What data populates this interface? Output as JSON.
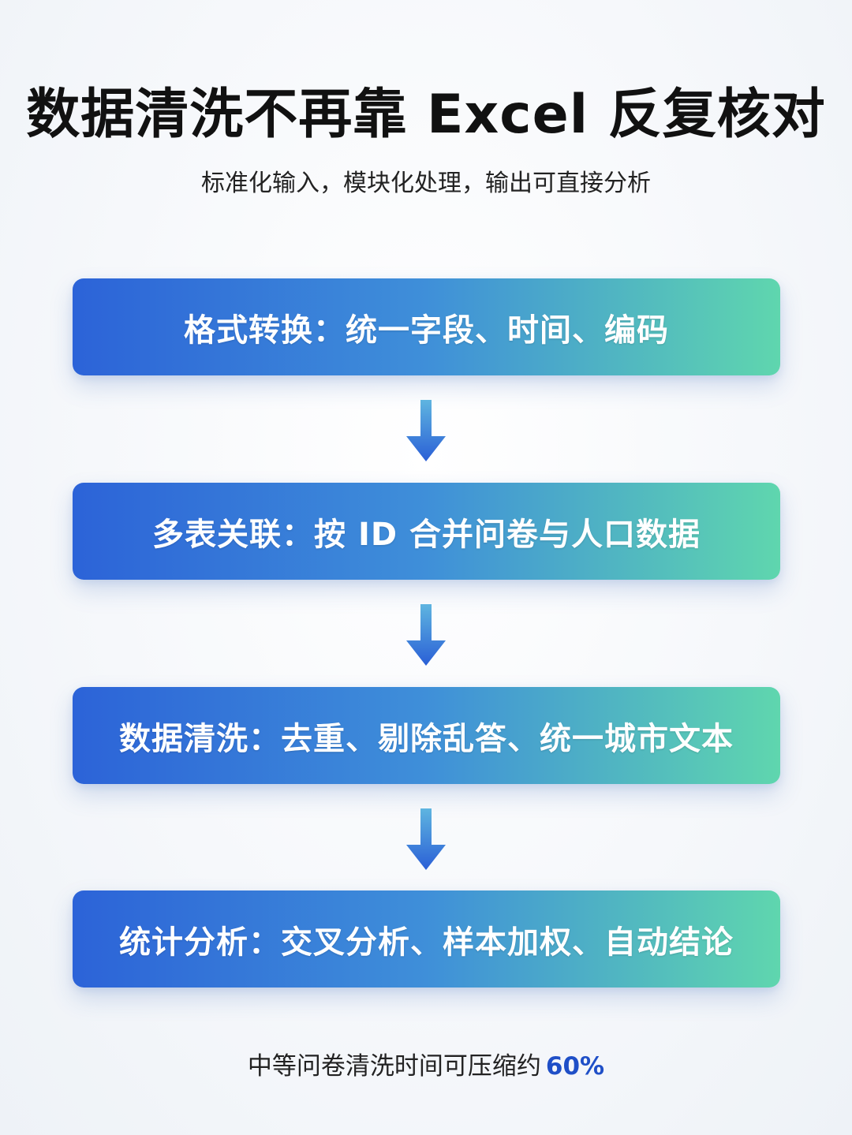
{
  "header": {
    "title": "数据清洗不再靠 Excel 反复核对",
    "subtitle": "标准化输入，模块化处理，输出可直接分析"
  },
  "steps": [
    {
      "label": "格式转换：统一字段、时间、编码"
    },
    {
      "label": "多表关联：按 ID 合并问卷与人口数据"
    },
    {
      "label": "数据清洗：去重、剔除乱答、统一城市文本"
    },
    {
      "label": "统计分析：交叉分析、样本加权、自动结论"
    }
  ],
  "footer": {
    "text": "中等问卷清洗时间可压缩约",
    "value": "60%"
  },
  "colors": {
    "step_gradient_start": "#2c63d8",
    "step_gradient_end": "#5fd6ae",
    "arrow_top": "#5fb5e0",
    "arrow_bottom": "#2a5fd6",
    "accent": "#1f4fc7"
  },
  "icons": {
    "connector": "arrow-down-icon"
  }
}
